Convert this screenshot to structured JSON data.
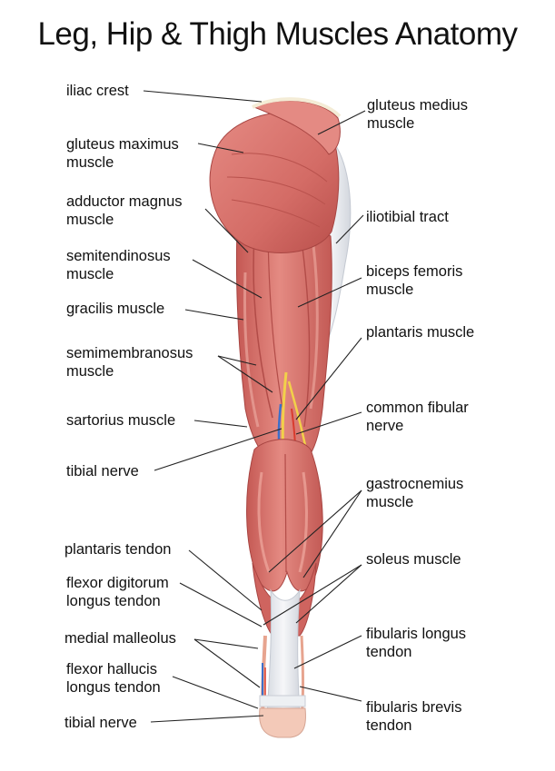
{
  "title": "Leg, Hip & Thigh Muscles Anatomy",
  "labels": {
    "iliac_crest": [
      "iliac crest"
    ],
    "gluteus_maximus": [
      "gluteus maximus",
      "muscle"
    ],
    "adductor_magnus": [
      "adductor magnus",
      "muscle"
    ],
    "semitendinosus": [
      "semitendinosus",
      "muscle"
    ],
    "gracilis": [
      "gracilis muscle"
    ],
    "semimembranosus": [
      "semimembranosus",
      "muscle"
    ],
    "sartorius": [
      "sartorius muscle"
    ],
    "tibial_nerve_upper": [
      "tibial nerve"
    ],
    "plantaris_tendon": [
      "plantaris tendon"
    ],
    "flexor_digitorum": [
      "flexor digitorum",
      "longus tendon"
    ],
    "medial_malleolus": [
      "medial malleolus"
    ],
    "flexor_hallucis": [
      "flexor hallucis",
      "longus tendon"
    ],
    "tibial_nerve_lower": [
      "tibial nerve"
    ],
    "gluteus_medius": [
      "gluteus medius",
      "muscle"
    ],
    "iliotibial_tract": [
      "iliotibial tract"
    ],
    "biceps_femoris": [
      "biceps femoris",
      "muscle"
    ],
    "plantaris_muscle": [
      "plantaris muscle"
    ],
    "common_fibular": [
      "common fibular",
      "nerve"
    ],
    "gastrocnemius": [
      "gastrocnemius",
      "muscle"
    ],
    "soleus": [
      "soleus muscle"
    ],
    "fibularis_longus": [
      "fibularis longus",
      "tendon"
    ],
    "fibularis_brevis": [
      "fibularis brevis",
      "tendon"
    ]
  },
  "colors": {
    "muscle": "#d9706a",
    "muscle_dark": "#b84f4c",
    "muscle_light": "#ef9f96",
    "tendon": "#e9ecf0",
    "nerve": "#f2d04a",
    "vessel": "#3d6fc9",
    "artery": "#d93b2e",
    "skin": "#f3c9b8"
  }
}
